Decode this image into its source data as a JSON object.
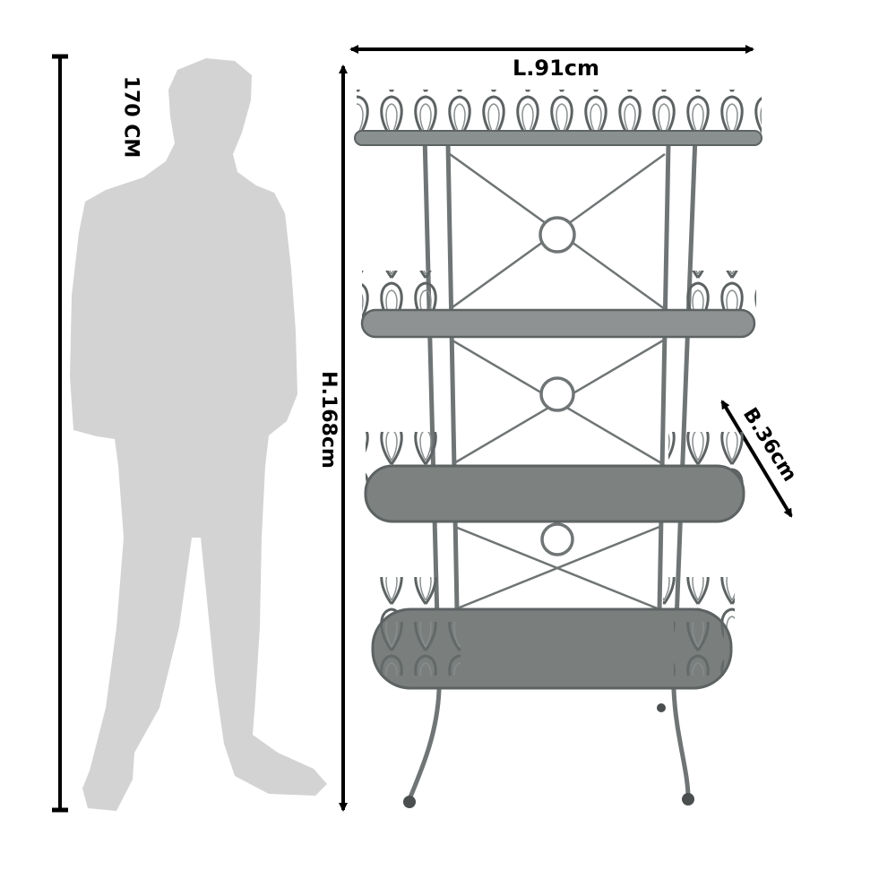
{
  "diagram": {
    "type": "product-dimension-diagram",
    "subject": "4-tier oval metal shelving rack with decorative teardrop gallery rails",
    "reference_figure": {
      "label": "170 CM",
      "description": "grey human silhouette for scale"
    },
    "dimensions": {
      "length": {
        "label": "L.91cm",
        "value": 91,
        "unit": "cm"
      },
      "height": {
        "label": "H.168cm",
        "value": 168,
        "unit": "cm"
      },
      "depth": {
        "label": "B.36cm",
        "value": 36,
        "unit": "cm"
      }
    },
    "shelves": {
      "count": 4
    },
    "colors": {
      "silhouette": "#d3d3d3",
      "metal": "#6f7475",
      "metal_dark": "#4a4e4f",
      "shelf_surface": "#7d8180",
      "arrows": "#000000",
      "background": "#ffffff"
    }
  }
}
